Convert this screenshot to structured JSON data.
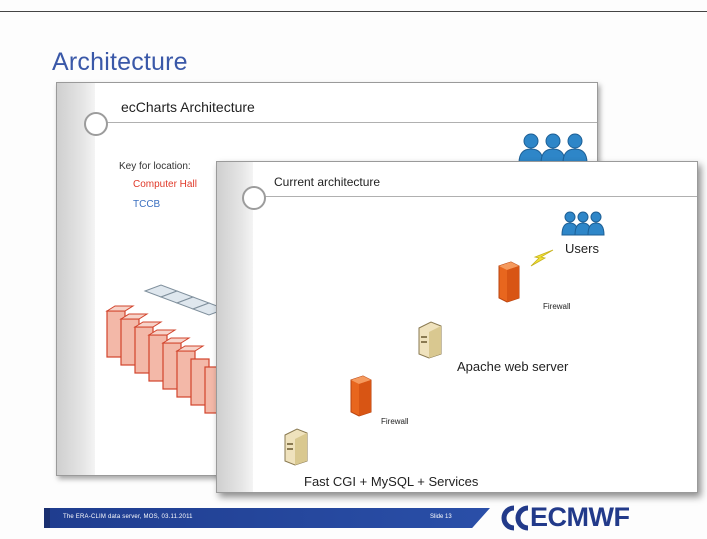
{
  "slide": {
    "title": "Architecture"
  },
  "back_panel": {
    "title": "ecCharts Architecture",
    "key_label": "Key for location:",
    "key_items": [
      "Computer Hall",
      "TCCB"
    ],
    "colors": {
      "computer_hall": "#e03a2a",
      "tccb": "#3a6fc0"
    }
  },
  "front_panel": {
    "title": "Current architecture",
    "nodes": {
      "users": "Users",
      "firewall_top": "Firewall",
      "apache": "Apache web server",
      "firewall_bottom": "Firewall",
      "fastcgi": "Fast CGI + MySQL + Services"
    },
    "icons": [
      "users-icon",
      "lightning-icon",
      "firewall-icon",
      "server-icon"
    ]
  },
  "footer": {
    "text": "The ERA-CLIM data server, MOS, 03.11.2011",
    "slide_number": "Slide 13",
    "logo": "ECMWF"
  },
  "colors": {
    "title_blue": "#3a58a8",
    "footer_blue": "#2a4fa8",
    "firewall_orange": "#e8661e"
  }
}
